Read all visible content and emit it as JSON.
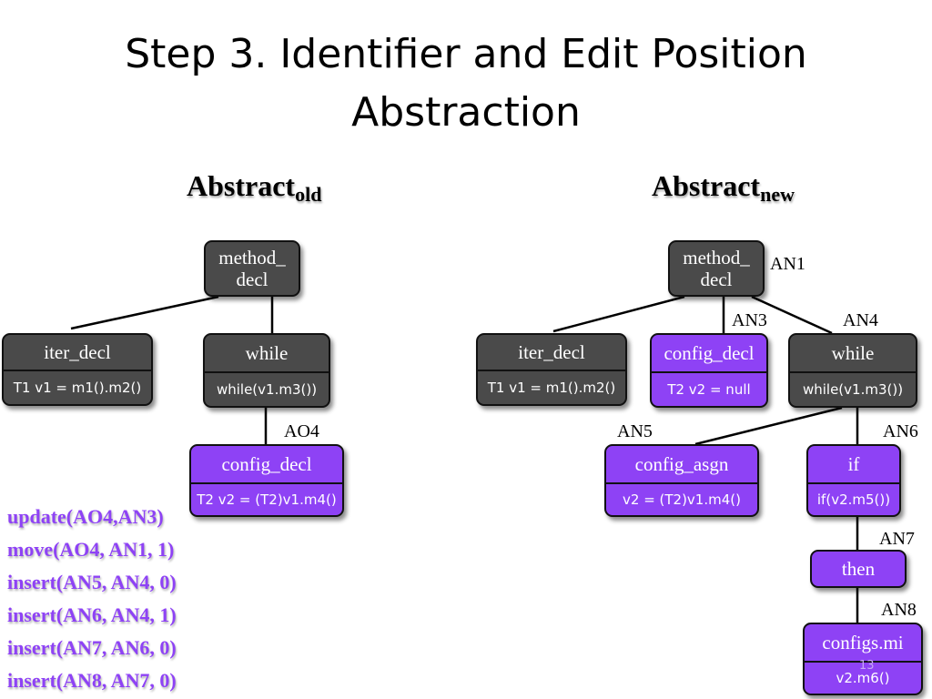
{
  "slide": {
    "title_line1": "Step 3. Identifier and Edit Position",
    "title_line2": "Abstraction",
    "page_number": "13"
  },
  "trees": {
    "old": {
      "heading": "Abstract",
      "sub": "old"
    },
    "new": {
      "heading": "Abstract",
      "sub": "new"
    }
  },
  "nodes": {
    "old_method_decl": {
      "label_line1": "method_",
      "label_line2": "decl"
    },
    "old_iter_decl": {
      "label": "iter_decl",
      "code": "T1 v1 = m1().m2()"
    },
    "old_while": {
      "label": "while",
      "code": "while(v1.m3())"
    },
    "old_config_decl": {
      "label": "config_decl",
      "code": "T2 v2 = (T2)v1.m4()"
    },
    "new_method_decl": {
      "label_line1": "method_",
      "label_line2": "decl"
    },
    "new_iter_decl": {
      "label": "iter_decl",
      "code": "T1 v1 = m1().m2()"
    },
    "new_config_decl": {
      "label": "config_decl",
      "code": "T2 v2 = null"
    },
    "new_while": {
      "label": "while",
      "code": "while(v1.m3())"
    },
    "new_config_asgn": {
      "label": "config_asgn",
      "code": "v2 = (T2)v1.m4()"
    },
    "new_if": {
      "label": "if",
      "code": "if(v2.m5())"
    },
    "new_then": {
      "label": "then"
    },
    "new_configs_mi": {
      "label": "configs.mi",
      "code": "v2.m6()"
    }
  },
  "tags": {
    "ao4": "AO4",
    "an1": "AN1",
    "an3": "AN3",
    "an4": "AN4",
    "an5": "AN5",
    "an6": "AN6",
    "an7": "AN7",
    "an8": "AN8"
  },
  "edit_script": [
    "update(AO4,AN3)",
    "move(AO4, AN1, 1)",
    "insert(AN5, AN4, 0)",
    "insert(AN6, AN4, 1)",
    "insert(AN7, AN6, 0)",
    "insert(AN8, AN7, 0)"
  ],
  "colors": {
    "dark_node": "#4a4a4a",
    "highlight_node": "#8e42f5",
    "op_text": "#8e42f5"
  }
}
